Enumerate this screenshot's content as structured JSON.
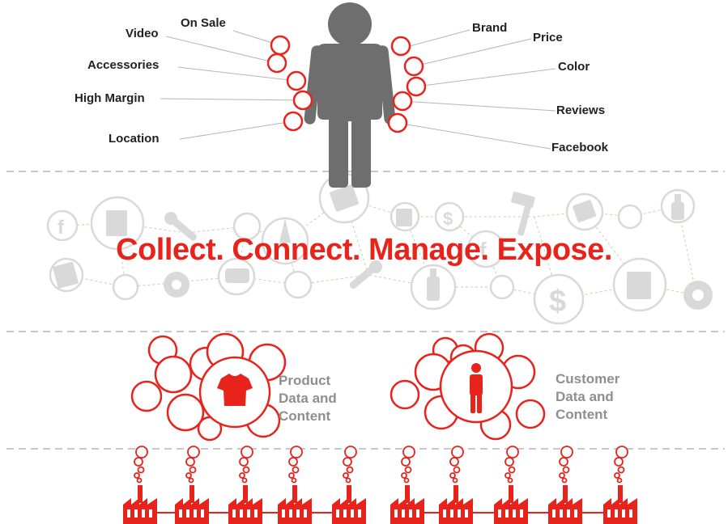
{
  "person_labels": {
    "left": {
      "on_sale": "On Sale",
      "video": "Video",
      "accessories": "Accessories",
      "high_margin": "High Margin",
      "location": "Location"
    },
    "right": {
      "brand": "Brand",
      "price": "Price",
      "color": "Color",
      "reviews": "Reviews",
      "facebook": "Facebook"
    }
  },
  "network": {
    "tagline": "Collect. Connect. Manage. Expose.",
    "icons": [
      "facebook-icon",
      "document-icon",
      "wrench-icon",
      "film-icon",
      "dollar-icon",
      "hammer-icon",
      "bottle-icon",
      "gear-icon",
      "chat-icon",
      "tower-icon"
    ]
  },
  "clouds": {
    "product": {
      "line1": "Product",
      "line2": "Data and",
      "line3": "Content",
      "icon": "t-shirt-icon"
    },
    "customer": {
      "line1": "Customer",
      "line2": "Data and",
      "line3": "Content",
      "icon": "person-icon"
    }
  },
  "factories": {
    "icon": "factory-icon",
    "count": 10
  },
  "colors": {
    "accent": "#e8231c",
    "person": "#6e6e6e",
    "text": "#222222",
    "caption": "#8f8f8f",
    "faded": "#d9d9d9",
    "divider": "#c8c8c8"
  }
}
